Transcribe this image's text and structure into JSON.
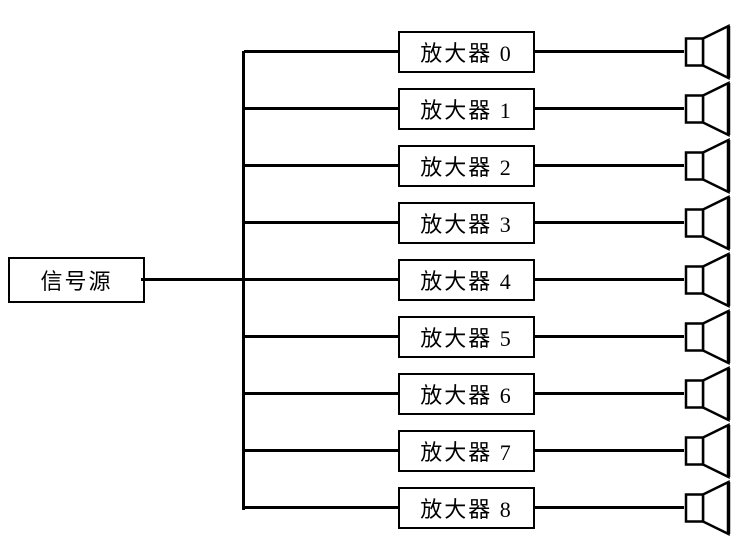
{
  "source_box": {
    "label": "信号源"
  },
  "amplifiers": [
    {
      "label": "放大器 0"
    },
    {
      "label": "放大器 1"
    },
    {
      "label": "放大器 2"
    },
    {
      "label": "放大器 3"
    },
    {
      "label": "放大器 4"
    },
    {
      "label": "放大器 5"
    },
    {
      "label": "放大器 6"
    },
    {
      "label": "放大器 7"
    },
    {
      "label": "放大器 8"
    }
  ],
  "icons": {
    "output": "speaker-icon"
  },
  "colors": {
    "line": "#000000",
    "background": "#ffffff",
    "box_fill": "#ffffff"
  }
}
